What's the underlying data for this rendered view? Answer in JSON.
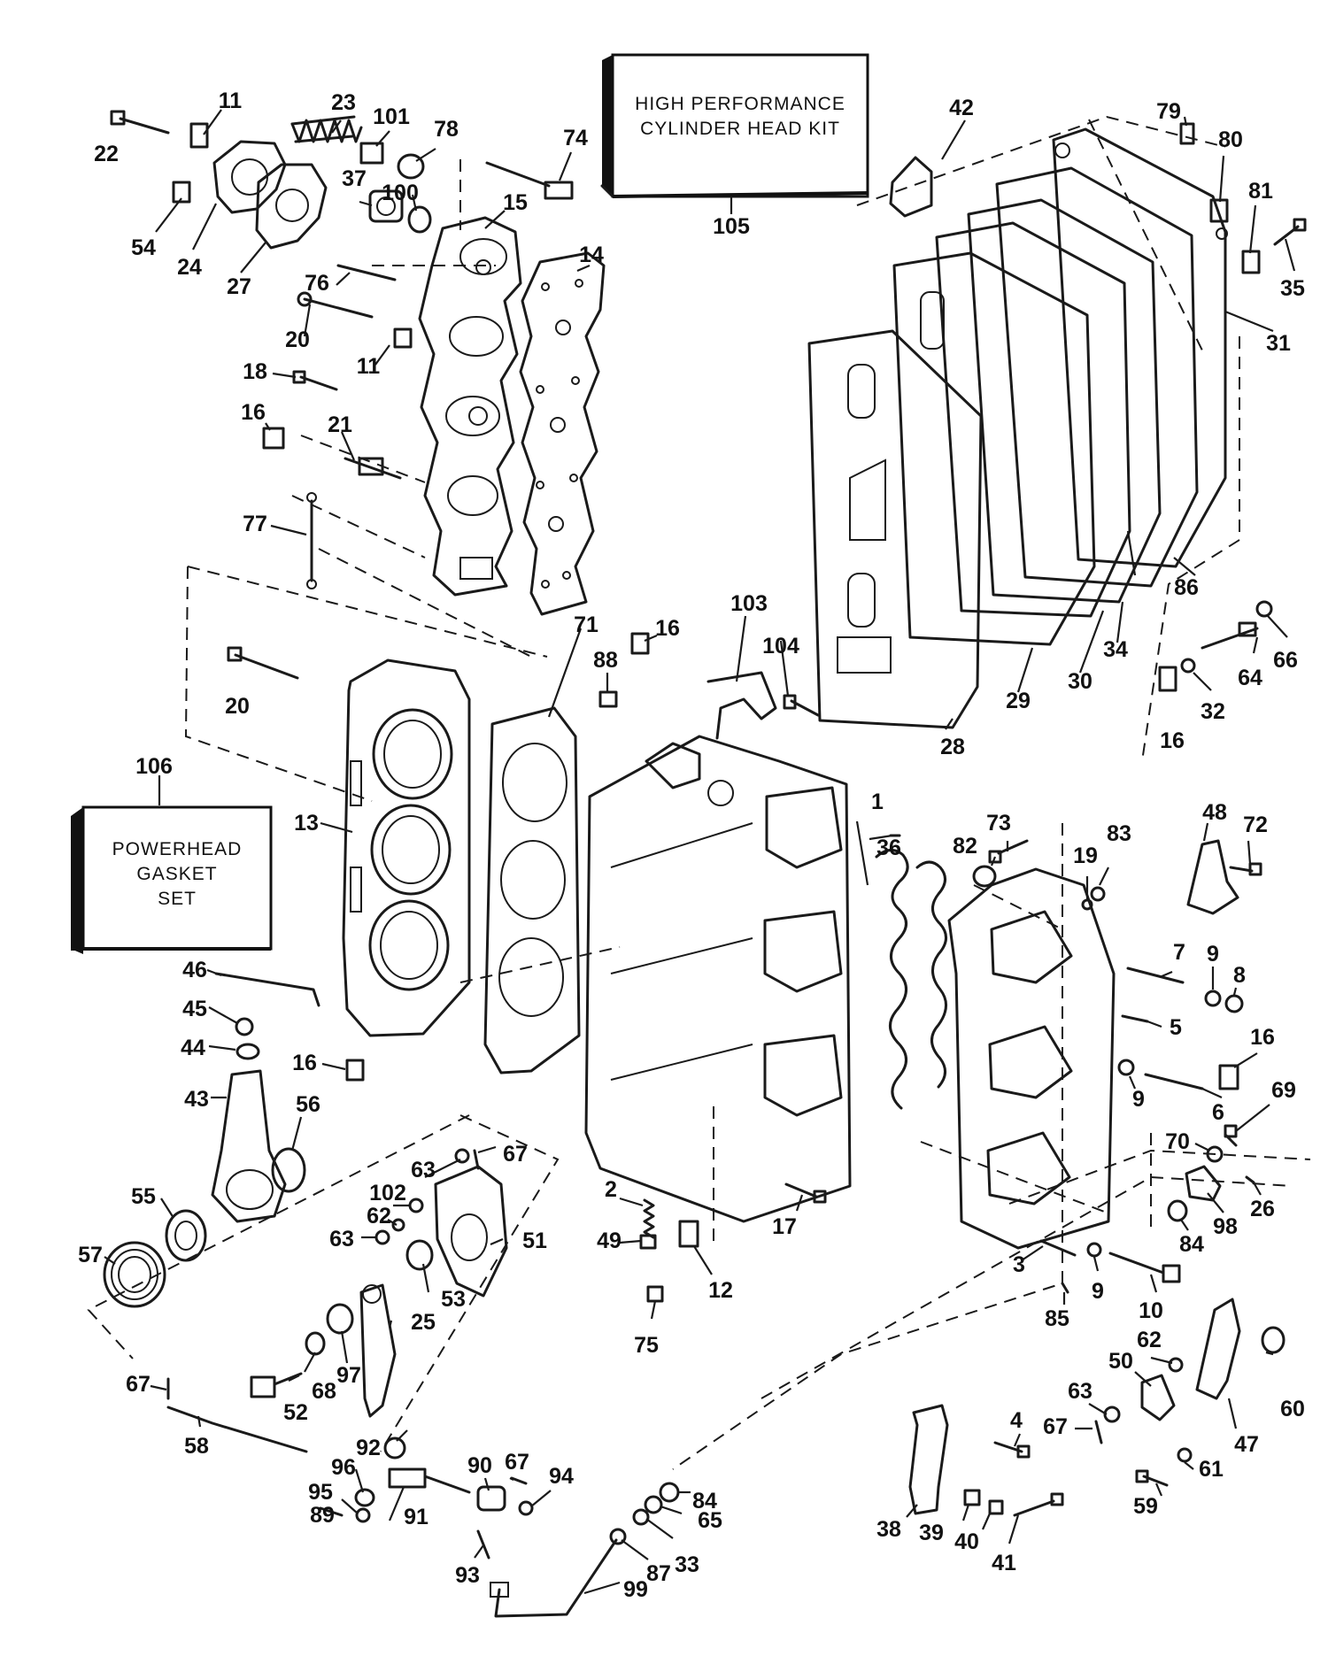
{
  "kit_boxes": {
    "high_performance": {
      "line1": "HIGH PERFORMANCE",
      "line2": "CYLINDER HEAD KIT"
    },
    "powerhead_gasket": {
      "line1": "POWERHEAD",
      "line2": "GASKET",
      "line3": "SET"
    }
  },
  "callouts": {
    "n1": "1",
    "n2": "2",
    "n3": "3",
    "n4": "4",
    "n5": "5",
    "n6": "6",
    "n7": "7",
    "n8": "8",
    "n9": "9",
    "n10": "10",
    "n11": "11",
    "n12": "12",
    "n13": "13",
    "n14": "14",
    "n15": "15",
    "n16": "16",
    "n17": "17",
    "n18": "18",
    "n19": "19",
    "n20": "20",
    "n21": "21",
    "n22": "22",
    "n23": "23",
    "n24": "24",
    "n25": "25",
    "n26": "26",
    "n27": "27",
    "n28": "28",
    "n29": "29",
    "n30": "30",
    "n31": "31",
    "n32": "32",
    "n33": "33",
    "n34": "34",
    "n35": "35",
    "n36": "36",
    "n37": "37",
    "n38": "38",
    "n39": "39",
    "n40": "40",
    "n41": "41",
    "n42": "42",
    "n43": "43",
    "n44": "44",
    "n45": "45",
    "n46": "46",
    "n47": "47",
    "n48": "48",
    "n49": "49",
    "n50": "50",
    "n51": "51",
    "n52": "52",
    "n53": "53",
    "n54": "54",
    "n55": "55",
    "n56": "56",
    "n57": "57",
    "n58": "58",
    "n59": "59",
    "n60": "60",
    "n61": "61",
    "n62": "62",
    "n63": "63",
    "n64": "64",
    "n65": "65",
    "n66": "66",
    "n67": "67",
    "n68": "68",
    "n69": "69",
    "n70": "70",
    "n71": "71",
    "n72": "72",
    "n73": "73",
    "n74": "74",
    "n75": "75",
    "n76": "76",
    "n77": "77",
    "n78": "78",
    "n79": "79",
    "n80": "80",
    "n81": "81",
    "n82": "82",
    "n83": "83",
    "n84": "84",
    "n85": "85",
    "n86": "86",
    "n87": "87",
    "n88": "88",
    "n89": "89",
    "n90": "90",
    "n91": "91",
    "n92": "92",
    "n93": "93",
    "n94": "94",
    "n95": "95",
    "n96": "96",
    "n97": "97",
    "n98": "98",
    "n99": "99",
    "n100": "100",
    "n101": "101",
    "n102": "102",
    "n103": "103",
    "n104": "104",
    "n105": "105",
    "n106": "106"
  }
}
